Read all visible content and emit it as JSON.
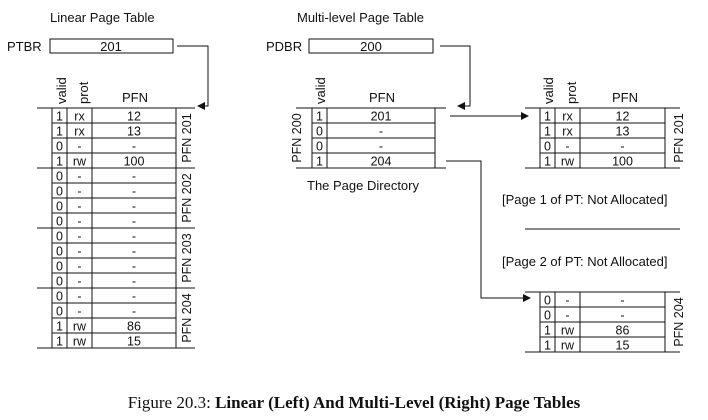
{
  "linear": {
    "title": "Linear Page Table",
    "base_label": "PTBR",
    "base_value": "201",
    "headers": {
      "valid": "valid",
      "prot": "prot",
      "pfn": "PFN"
    },
    "groups": [
      {
        "label": "PFN 201",
        "rows": [
          [
            "1",
            "rx",
            "12"
          ],
          [
            "1",
            "rx",
            "13"
          ],
          [
            "0",
            "-",
            "-"
          ],
          [
            "1",
            "rw",
            "100"
          ]
        ]
      },
      {
        "label": "PFN 202",
        "rows": [
          [
            "0",
            "-",
            "-"
          ],
          [
            "0",
            "-",
            "-"
          ],
          [
            "0",
            "-",
            "-"
          ],
          [
            "0",
            "-",
            "-"
          ]
        ]
      },
      {
        "label": "PFN 203",
        "rows": [
          [
            "0",
            "-",
            "-"
          ],
          [
            "0",
            "-",
            "-"
          ],
          [
            "0",
            "-",
            "-"
          ],
          [
            "0",
            "-",
            "-"
          ]
        ]
      },
      {
        "label": "PFN 204",
        "rows": [
          [
            "0",
            "-",
            "-"
          ],
          [
            "0",
            "-",
            "-"
          ],
          [
            "1",
            "rw",
            "86"
          ],
          [
            "1",
            "rw",
            "15"
          ]
        ]
      }
    ]
  },
  "multilevel": {
    "title": "Multi-level Page Table",
    "base_label": "PDBR",
    "base_value": "200",
    "directory": {
      "headers": {
        "valid": "valid",
        "pfn": "PFN"
      },
      "label": "PFN 200",
      "rows": [
        [
          "1",
          "201"
        ],
        [
          "0",
          "-"
        ],
        [
          "0",
          "-"
        ],
        [
          "1",
          "204"
        ]
      ],
      "caption": "The Page Directory"
    },
    "page_201": {
      "headers": {
        "valid": "valid",
        "prot": "prot",
        "pfn": "PFN"
      },
      "label": "PFN 201",
      "rows": [
        [
          "1",
          "rx",
          "12"
        ],
        [
          "1",
          "rx",
          "13"
        ],
        [
          "0",
          "-",
          "-"
        ],
        [
          "1",
          "rw",
          "100"
        ]
      ]
    },
    "note_page1": "[Page 1 of PT: Not Allocated]",
    "note_page2": "[Page 2 of PT: Not Allocated]",
    "page_204": {
      "label": "PFN 204",
      "rows": [
        [
          "0",
          "-",
          "-"
        ],
        [
          "0",
          "-",
          "-"
        ],
        [
          "1",
          "rw",
          "86"
        ],
        [
          "1",
          "rw",
          "15"
        ]
      ]
    }
  },
  "caption": {
    "prefix": "Figure 20.3:",
    "title": "Linear (Left) And Multi-Level (Right) Page Tables"
  }
}
